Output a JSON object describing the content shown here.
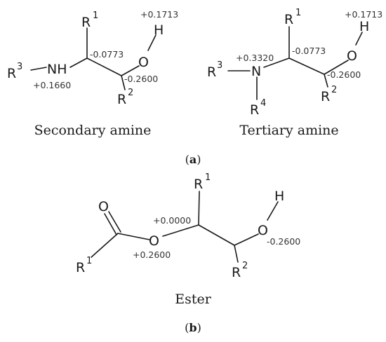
{
  "panels": {
    "a": {
      "label_open": "(",
      "label_letter": "a",
      "label_close": ")",
      "secondary_amine": {
        "caption": "Secondary amine",
        "atoms": {
          "r1": "R",
          "r1_sup": "1",
          "r2": "R",
          "r2_sup": "2",
          "r3": "R",
          "r3_sup": "3",
          "nh": "NH",
          "o": "O",
          "h": "H"
        },
        "charges": {
          "n": "+0.1660",
          "c1": "-0.0773",
          "c2": "-0.2600",
          "h": "+0.1713"
        }
      },
      "tertiary_amine": {
        "caption": "Tertiary amine",
        "atoms": {
          "r1": "R",
          "r1_sup": "1",
          "r2": "R",
          "r2_sup": "2",
          "r3": "R",
          "r3_sup": "3",
          "r4": "R",
          "r4_sup": "4",
          "n": "N",
          "o": "O",
          "h": "H"
        },
        "charges": {
          "n": "+0.3320",
          "c1": "-0.0773",
          "c2": "-0.2600",
          "h": "+0.1713"
        }
      }
    },
    "b": {
      "label_open": "(",
      "label_letter": "b",
      "label_close": ")",
      "ester": {
        "caption": "Ester",
        "atoms": {
          "r1_acyl": "R",
          "r1_acyl_sup": "1",
          "carbonyl_o": "O",
          "ester_o": "O",
          "r1": "R",
          "r1_sup": "1",
          "r2": "R",
          "r2_sup": "2",
          "o": "O",
          "h": "H"
        },
        "charges": {
          "c1": "+0.0000",
          "ester_o": "+0.2600",
          "o": "-0.2600"
        }
      }
    }
  }
}
